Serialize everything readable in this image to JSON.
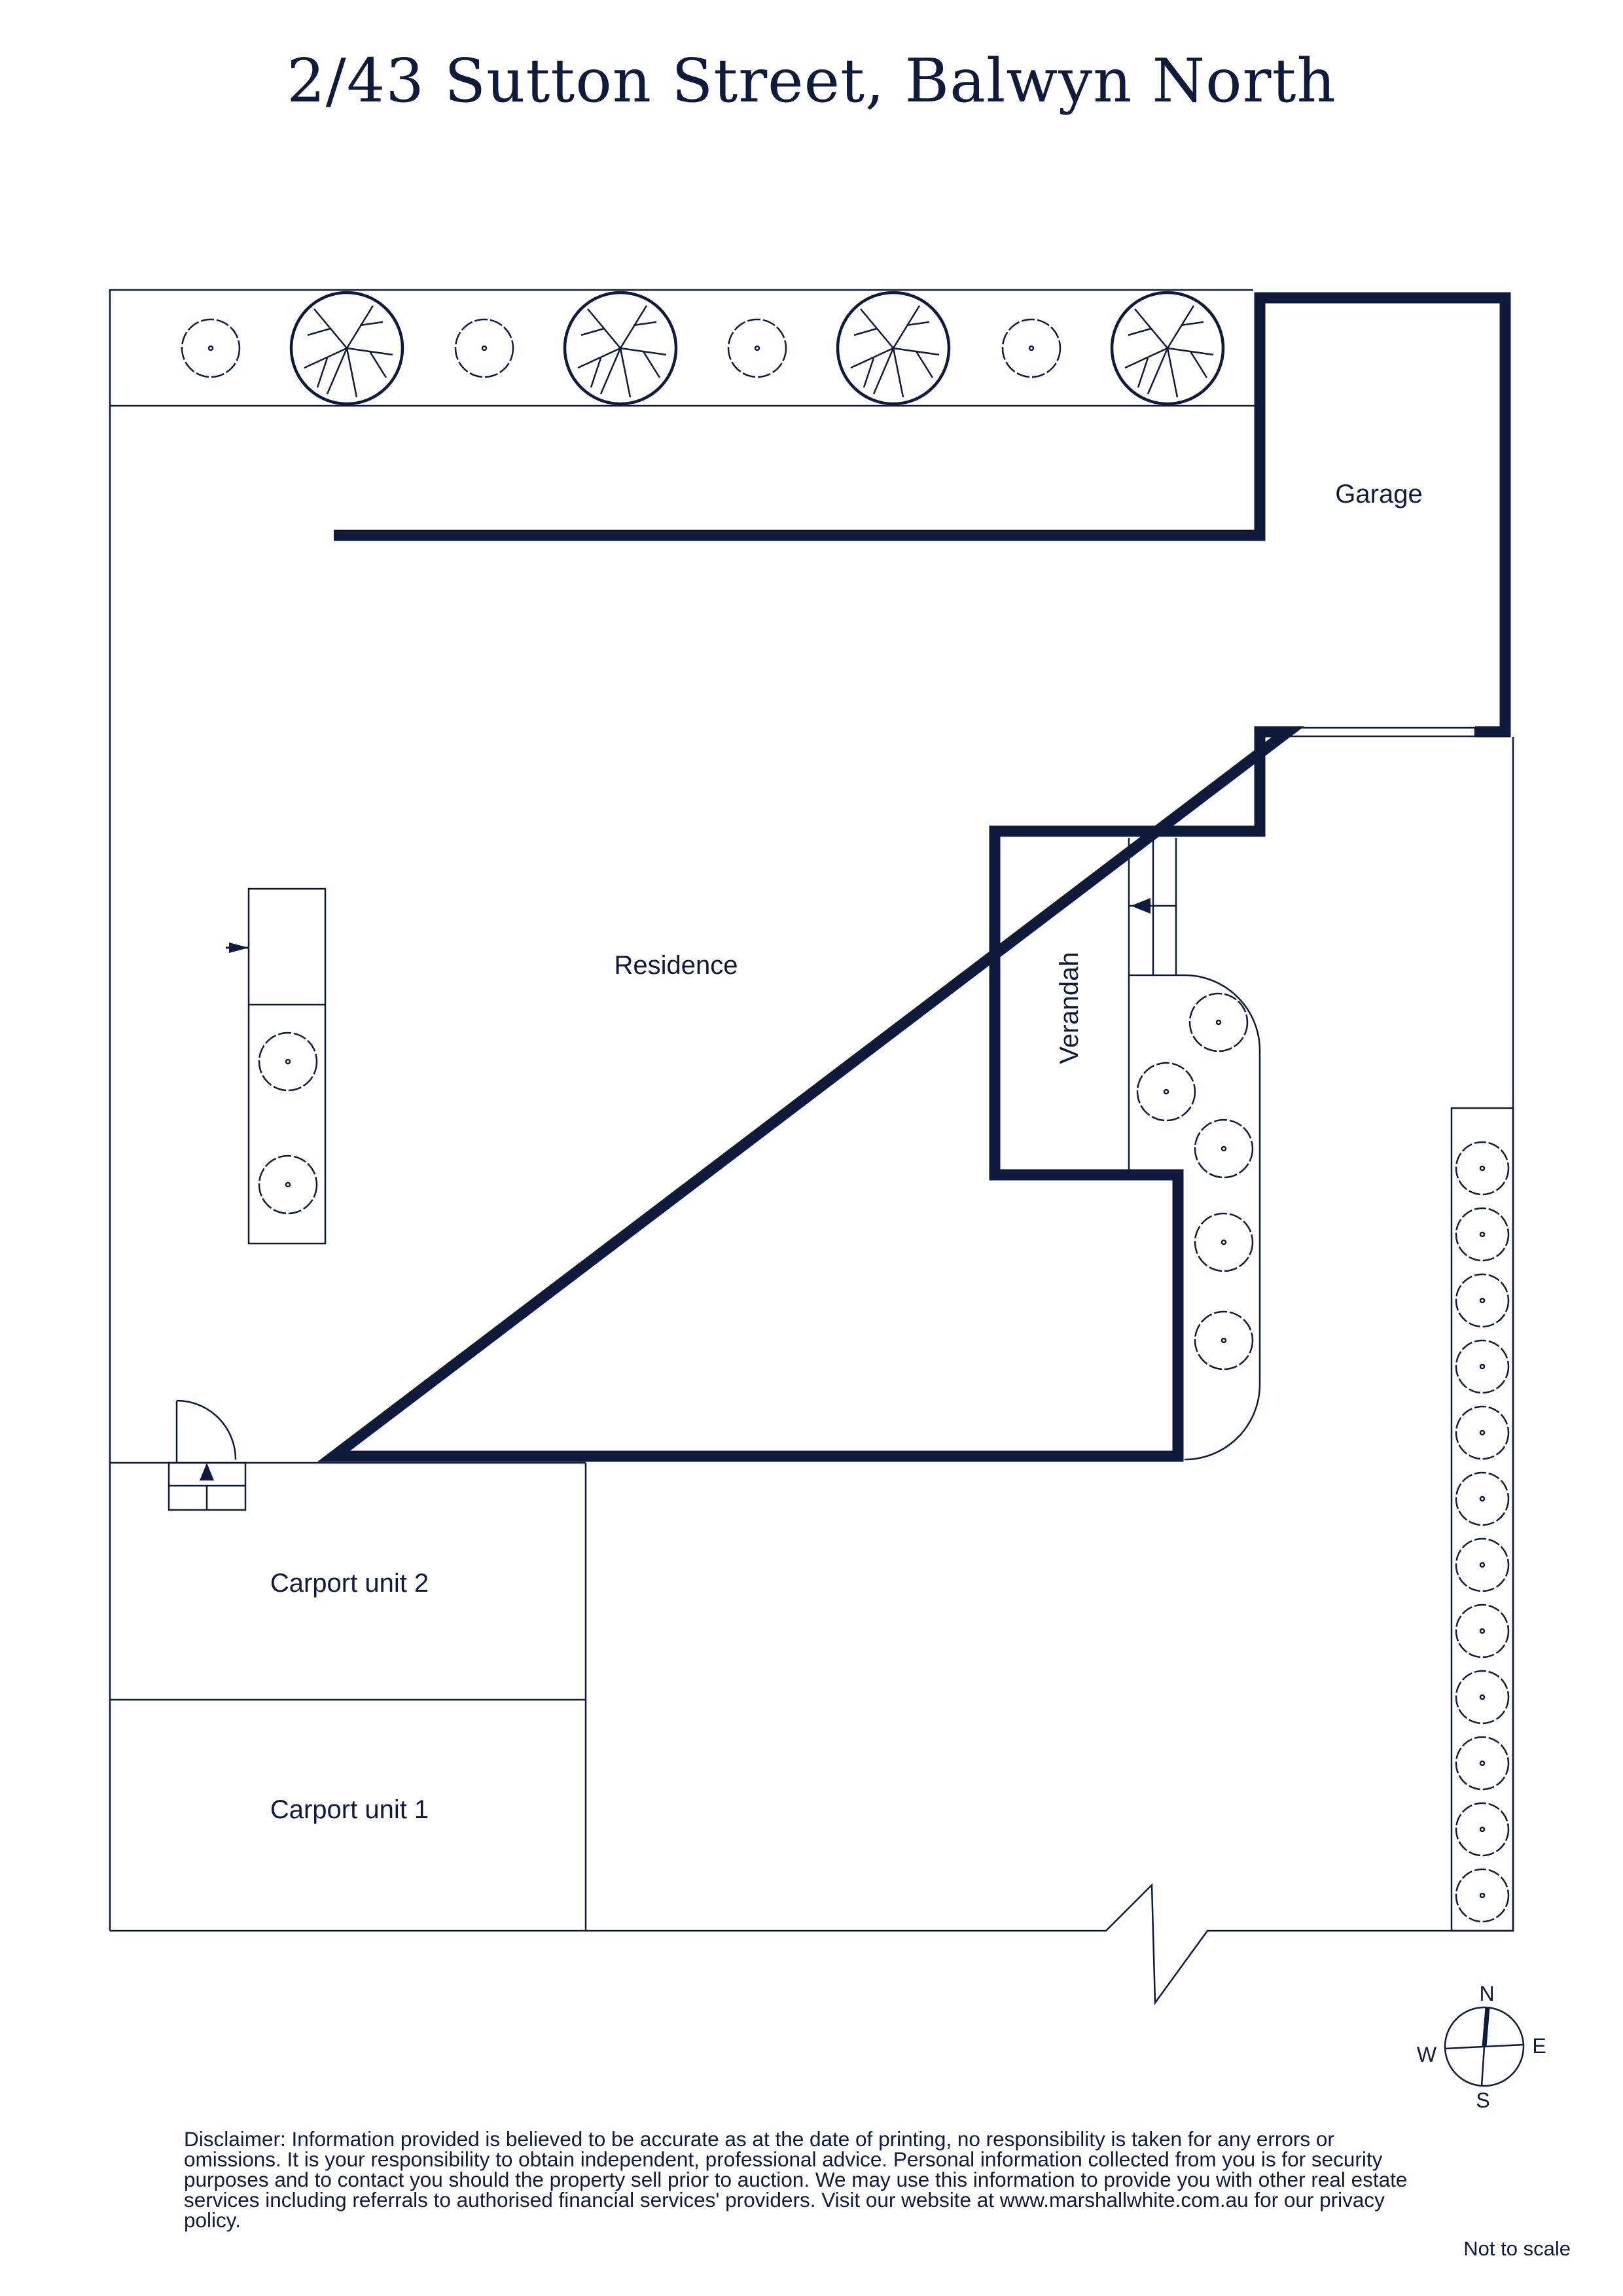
{
  "title": "2/43 Sutton Street, Balwyn North",
  "rooms": {
    "garage": "Garage",
    "residence": "Residence",
    "verandah": "Verandah",
    "carport2": "Carport unit 2",
    "carport1": "Carport unit 1"
  },
  "compass": {
    "n": "N",
    "e": "E",
    "s": "S",
    "w": "W"
  },
  "disclaimer": "Disclaimer: Information provided is believed to be accurate as at the date of printing, no responsibility is taken for any errors or omissions. It is your responsibility to obtain independent, professional advice. Personal information collected from you is for security purposes and to contact you should the property sell prior to auction. We may use this information to provide you with other real estate services including referrals to authorised financial services' providers. Visit our website at www.marshallwhite.com.au for our privacy policy.",
  "scale_note": "Not to scale",
  "colors": {
    "ink": "#0f1a3c"
  }
}
